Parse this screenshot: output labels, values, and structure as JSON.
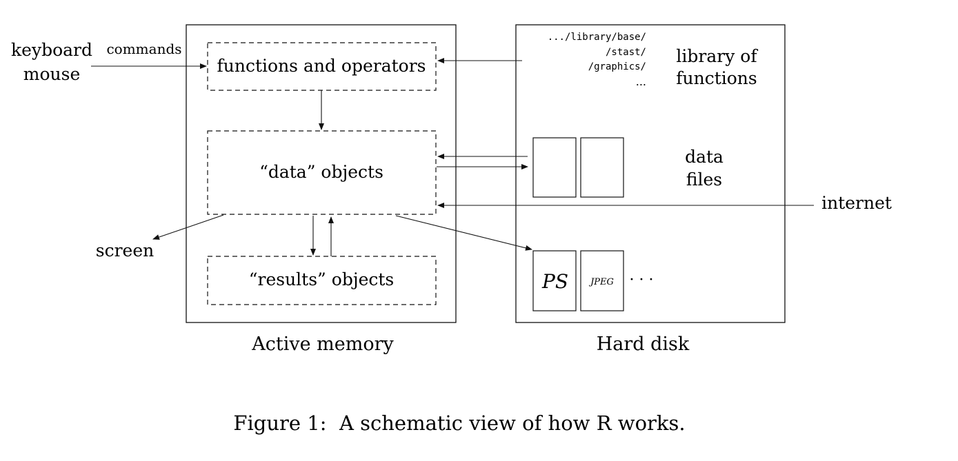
{
  "inputs": {
    "keyboard": "keyboard",
    "mouse": "mouse",
    "commands": "commands"
  },
  "active_memory": {
    "label": "Active memory",
    "functions_box": "functions and operators",
    "data_box": "“data” objects",
    "results_box": "“results” objects"
  },
  "hard_disk": {
    "label": "Hard disk",
    "library_paths": [
      ".../library/base/",
      "/stast/",
      "/graphics/",
      "..."
    ],
    "library_label_line1": "library of",
    "library_label_line2": "functions",
    "data_files_line1": "data",
    "data_files_line2": "files",
    "ps_label": "PS",
    "jpeg_label": "JPEG",
    "more_formats": "· · ·"
  },
  "outputs": {
    "screen": "screen",
    "internet": "internet"
  },
  "caption": "Figure 1:  A schematic view of how R works."
}
